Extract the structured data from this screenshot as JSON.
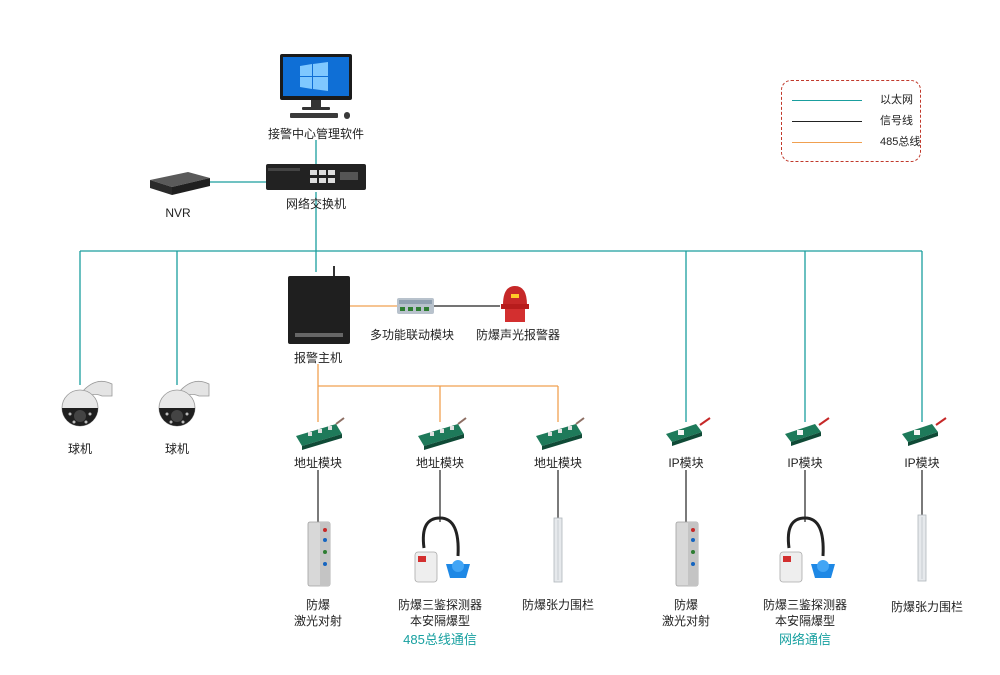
{
  "legend": {
    "items": [
      {
        "label": "以太网",
        "color": "#1a9e9e"
      },
      {
        "label": "信号线",
        "color": "#222222"
      },
      {
        "label": "485总线",
        "color": "#f0a050"
      }
    ]
  },
  "colors": {
    "ethernet": "#1a9e9e",
    "signal": "#222222",
    "bus485": "#f0a050",
    "accent_text": "#17a0a0"
  },
  "nodes": {
    "center_software": "接警中心管理软件",
    "switch": "网络交换机",
    "nvr": "NVR",
    "alarm_host": "报警主机",
    "linkage_module": "多功能联动模块",
    "sound_light_alarm": "防爆声光报警器",
    "dome_camera_1": "球机",
    "dome_camera_2": "球机",
    "address_module_1": "地址模块",
    "address_module_2": "地址模块",
    "address_module_3": "地址模块",
    "ip_module_1": "IP模块",
    "ip_module_2": "IP模块",
    "ip_module_3": "IP模块",
    "laser_1_line1": "防爆",
    "laser_1_line2": "激光对射",
    "detector_1_line1": "防爆三鉴探测器",
    "detector_1_line2": "本安隔爆型",
    "fence_1": "防爆张力围栏",
    "laser_2_line1": "防爆",
    "laser_2_line2": "激光对射",
    "detector_2_line1": "防爆三鉴探测器",
    "detector_2_line2": "本安隔爆型",
    "fence_2": "防爆张力围栏"
  },
  "groups": {
    "bus485": "485总线通信",
    "network": "网络通信"
  }
}
